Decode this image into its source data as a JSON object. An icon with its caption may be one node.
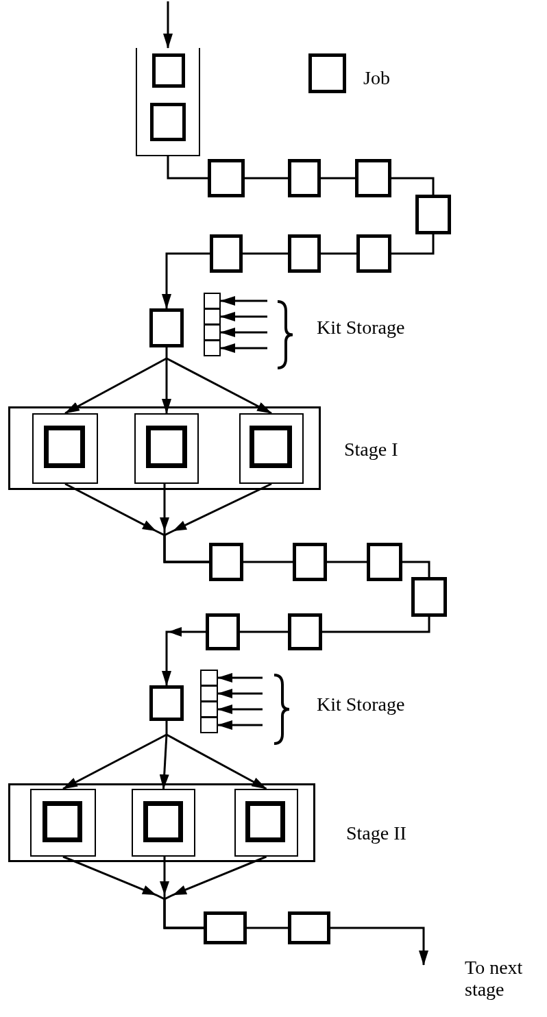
{
  "diagram": {
    "nodes": [
      {
        "text": [],
        "shape": "box"
      },
      {
        "text": [],
        "shape": "box",
        "in": 0
      },
      {
        "text": [],
        "shape": "box",
        "in": 0
      },
      {
        "text": [],
        "shape": "box"
      },
      {
        "text": [],
        "shape": "box"
      },
      {
        "text": [],
        "shape": "box"
      },
      {
        "text": [],
        "shape": "box"
      },
      {
        "text": [],
        "shape": "box"
      },
      {
        "text": [],
        "shape": "box"
      },
      {
        "text": [],
        "shape": "box"
      },
      {
        "text": [],
        "shape": "box"
      },
      {
        "text": [],
        "shape": "box"
      },
      {
        "text": [],
        "shape": "box"
      },
      {
        "text": [],
        "shape": "box"
      },
      {
        "text": [],
        "shape": "box"
      },
      {
        "text": [],
        "shape": "box",
        "beside": [
          "Stage I"
        ]
      },
      {
        "text": [],
        "shape": "box",
        "in": 15
      },
      {
        "text": [],
        "shape": "box",
        "in": 16
      },
      {
        "text": [],
        "shape": "box",
        "in": 15
      },
      {
        "text": [],
        "shape": "box",
        "in": 18
      },
      {
        "text": [],
        "shape": "box",
        "in": 15
      },
      {
        "text": [],
        "shape": "box",
        "in": 20
      },
      {
        "text": [],
        "shape": "box"
      },
      {
        "text": [],
        "shape": "box"
      },
      {
        "text": [],
        "shape": "box"
      },
      {
        "text": [],
        "shape": "box"
      },
      {
        "text": [],
        "shape": "box"
      },
      {
        "text": [],
        "shape": "box"
      },
      {
        "text": [],
        "shape": "box"
      },
      {
        "text": [],
        "shape": "box"
      },
      {
        "text": [],
        "shape": "box"
      },
      {
        "text": [],
        "shape": "box"
      },
      {
        "text": [],
        "shape": "box"
      },
      {
        "text": [],
        "shape": "box",
        "beside": [
          "Stage II"
        ]
      },
      {
        "text": [],
        "shape": "box",
        "in": 33
      },
      {
        "text": [],
        "shape": "box",
        "in": 34
      },
      {
        "text": [],
        "shape": "box",
        "in": 33
      },
      {
        "text": [],
        "shape": "box",
        "in": 36
      },
      {
        "text": [],
        "shape": "box",
        "in": 33
      },
      {
        "text": [],
        "shape": "box",
        "in": 38
      },
      {
        "text": [],
        "shape": "box"
      },
      {
        "text": [],
        "shape": "box"
      }
    ],
    "edges": [
      {
        "from": null,
        "to": 0,
        "arrow": "to"
      },
      {
        "from": 0,
        "to": 3,
        "arrow": "none"
      },
      {
        "from": 3,
        "to": 4,
        "arrow": "none"
      },
      {
        "from": 4,
        "to": 5,
        "arrow": "none"
      },
      {
        "from": 5,
        "to": 6,
        "arrow": "none"
      },
      {
        "from": 6,
        "to": 9,
        "arrow": "none"
      },
      {
        "from": 9,
        "to": 8,
        "arrow": "none"
      },
      {
        "from": 8,
        "to": 7,
        "arrow": "none"
      },
      {
        "from": 7,
        "to": 10,
        "arrow": "to"
      },
      {
        "from": null,
        "to": 11,
        "arrow": "to"
      },
      {
        "from": null,
        "to": 12,
        "arrow": "to"
      },
      {
        "from": null,
        "to": 13,
        "arrow": "to"
      },
      {
        "from": null,
        "to": 14,
        "arrow": "to"
      },
      {
        "from": 10,
        "to": 16,
        "arrow": "to"
      },
      {
        "from": 10,
        "to": 18,
        "arrow": "to"
      },
      {
        "from": 10,
        "to": 20,
        "arrow": "to"
      },
      {
        "from": 16,
        "to": 22,
        "arrow": "to"
      },
      {
        "from": 18,
        "to": 22,
        "arrow": "to"
      },
      {
        "from": 20,
        "to": 22,
        "arrow": "to"
      },
      {
        "from": 22,
        "to": 23,
        "arrow": "none"
      },
      {
        "from": 23,
        "to": 24,
        "arrow": "none"
      },
      {
        "from": 24,
        "to": 25,
        "arrow": "none"
      },
      {
        "from": 25,
        "to": 27,
        "arrow": "none"
      },
      {
        "from": 27,
        "to": 26,
        "arrow": "none"
      },
      {
        "from": 26,
        "to": 28,
        "arrow": "to"
      },
      {
        "from": null,
        "to": 29,
        "arrow": "to"
      },
      {
        "from": null,
        "to": 30,
        "arrow": "to"
      },
      {
        "from": null,
        "to": 31,
        "arrow": "to"
      },
      {
        "from": null,
        "to": 32,
        "arrow": "to"
      },
      {
        "from": 28,
        "to": 34,
        "arrow": "to"
      },
      {
        "from": 28,
        "to": 36,
        "arrow": "to"
      },
      {
        "from": 28,
        "to": 38,
        "arrow": "to"
      },
      {
        "from": 34,
        "to": 40,
        "arrow": "to"
      },
      {
        "from": 36,
        "to": 40,
        "arrow": "to"
      },
      {
        "from": 38,
        "to": 40,
        "arrow": "to"
      },
      {
        "from": 40,
        "to": 41,
        "arrow": "none"
      },
      {
        "from": 41,
        "to": null,
        "arrow": "to"
      }
    ],
    "labels": [
      "Kit Storage",
      "Kit Storage",
      "To next stage"
    ],
    "legend": [
      {
        "text": "Job"
      }
    ]
  }
}
